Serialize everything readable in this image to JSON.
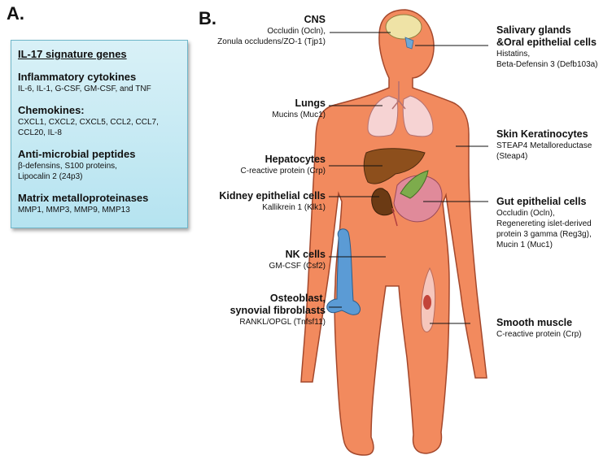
{
  "panel_a": {
    "letter": "A.",
    "title": "IL-17 signature genes",
    "groups": [
      {
        "heading": "Inflammatory cytokines",
        "text": [
          "IL-6, IL-1, G-CSF, GM-CSF, and TNF"
        ]
      },
      {
        "heading": "Chemokines:",
        "text": [
          "CXCL1, CXCL2, CXCL5, CCL2, CCL7,",
          "CCL20, IL-8"
        ]
      },
      {
        "heading": "Anti-microbial peptides",
        "text": [
          "β-defensins, S100 proteins,",
          "Lipocalin 2 (24p3)"
        ]
      },
      {
        "heading": "Matrix metalloproteinases",
        "text": [
          "MMP1, MMP3, MMP9, MMP13"
        ]
      }
    ]
  },
  "panel_b": {
    "letter": "B.",
    "labels": {
      "cns": {
        "heading": "CNS",
        "lines": [
          "Occludin (Ocln),",
          "Zonula occludens/ZO-1 (Tjp1)"
        ]
      },
      "lungs": {
        "heading": "Lungs",
        "lines": [
          "Mucins (Muc1)"
        ]
      },
      "hepatocytes": {
        "heading": "Hepatocytes",
        "lines": [
          "C-reactive protein (Crp)"
        ]
      },
      "kidney": {
        "heading": "Kidney epithelial cells",
        "lines": [
          "Kallikrein 1 (Klk1)"
        ]
      },
      "nk": {
        "heading": "NK cells",
        "lines": [
          "GM-CSF (Csf2)"
        ]
      },
      "osteoblast": {
        "heading": "Osteoblast,",
        "heading2": "synovial fibroblasts",
        "lines": [
          "RANKL/OPGL (Tnfsf11)"
        ]
      },
      "salivary": {
        "heading": "Salivary glands",
        "heading2": "&Oral epithelial cells",
        "lines": [
          "Histatins,",
          "Beta-Defensin 3 (Defb103a)"
        ]
      },
      "skin": {
        "heading": "Skin Keratinocytes",
        "lines": [
          "STEAP4 Metalloreductase",
          "(Steap4)"
        ]
      },
      "gut": {
        "heading": "Gut epithelial cells",
        "lines": [
          "Occludin (Ocln),",
          "Regenereting islet-derived",
          "protein 3 gamma (Reg3g),",
          "Mucin 1 (Muc1)"
        ]
      },
      "smooth": {
        "heading": "Smooth muscle",
        "lines": [
          "C-reactive protein (Crp)"
        ]
      }
    }
  },
  "colors": {
    "body": "#f28a5e",
    "body_outline": "#a4482c",
    "box_fill": "#c6ebf5",
    "brain": "#efe3a6",
    "lungs": "#f6d3d3",
    "liver": "#8d4f1c",
    "kidney": "#6b3a14",
    "gallbladder": "#7dac4c",
    "bone": "#5b9bd5",
    "muscle": "#d66a5c"
  }
}
